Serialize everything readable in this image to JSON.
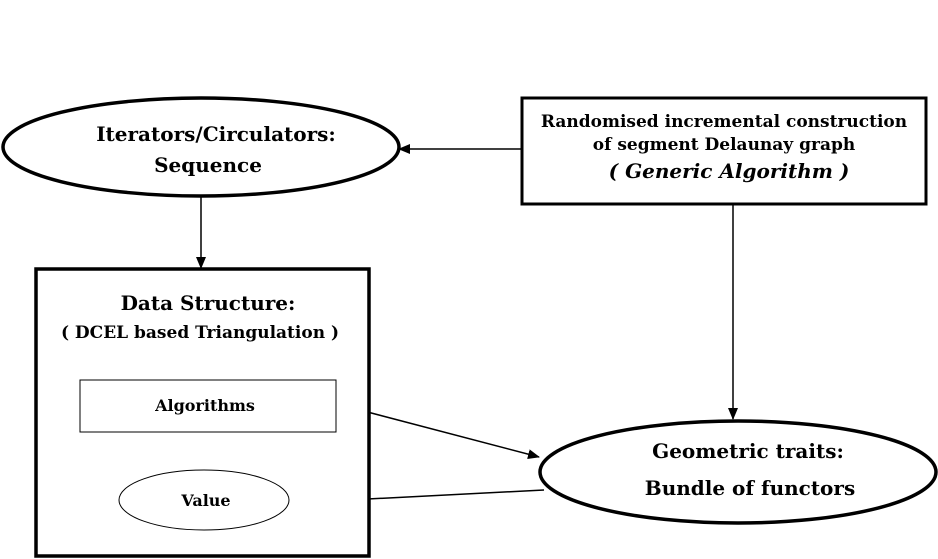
{
  "nodes": {
    "iterators": {
      "line1": "Iterators/Circulators:",
      "line2": "Sequence"
    },
    "algorithm": {
      "line1": "Randomised incremental construction",
      "line2": "of segment Delaunay graph",
      "line3": "( Generic Algorithm )"
    },
    "data_structure": {
      "line1": "Data Structure:",
      "line2": "( DCEL based Triangulation )"
    },
    "algorithms_box": {
      "label": "Algorithms"
    },
    "value": {
      "label": "Value"
    },
    "geometric_traits": {
      "line1": "Geometric traits:",
      "line2": "Bundle of functors"
    }
  },
  "edges": [
    {
      "from": "algorithm",
      "to": "iterators"
    },
    {
      "from": "iterators",
      "to": "data_structure"
    },
    {
      "from": "algorithm",
      "to": "geometric_traits"
    },
    {
      "from": "algorithms_box",
      "to": "geometric_traits"
    },
    {
      "from": "geometric_traits",
      "to": "value"
    }
  ],
  "colors": {
    "stroke": "#000000",
    "background": "#ffffff"
  }
}
